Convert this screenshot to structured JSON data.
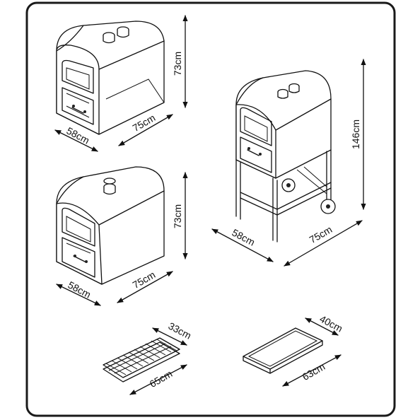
{
  "border_color": "#1a1a1a",
  "top_oven": {
    "height": "73cm",
    "width": "75cm",
    "depth": "58cm"
  },
  "stand_oven": {
    "height": "146cm",
    "width": "75cm",
    "depth": "58cm"
  },
  "mid_oven": {
    "height": "73cm",
    "width": "75cm",
    "depth": "58cm"
  },
  "grill": {
    "width": "33cm",
    "length": "65cm"
  },
  "tray": {
    "width": "40cm",
    "length": "63cm"
  }
}
